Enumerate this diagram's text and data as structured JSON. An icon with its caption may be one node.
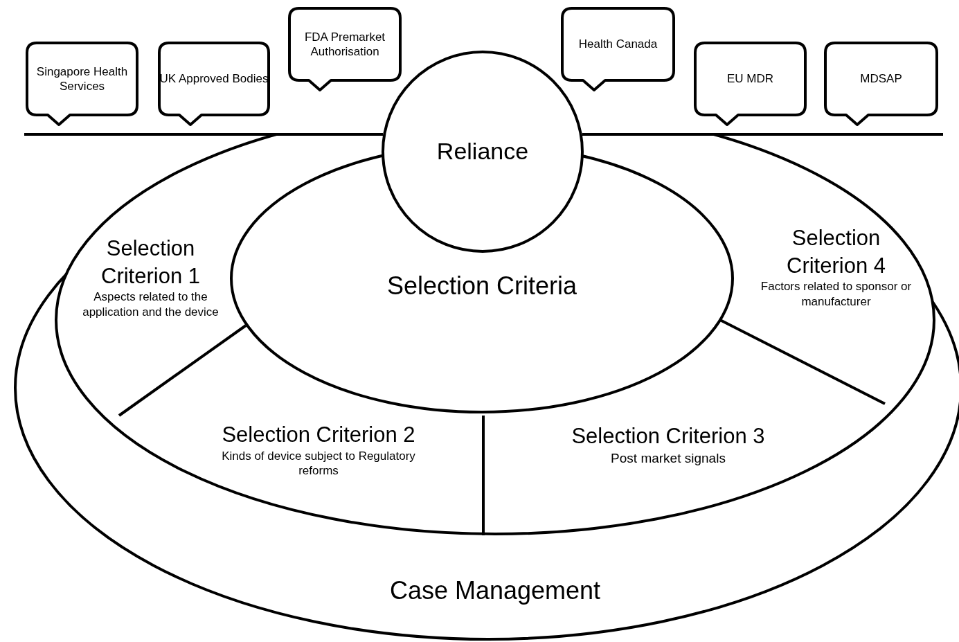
{
  "diagram": {
    "nodes": [
      {
        "text": [
          "Singapore Health Services"
        ]
      },
      {
        "text": [
          "UK Approved Bodies"
        ]
      },
      {
        "text": [
          "FDA Premarket Authorisation"
        ]
      },
      {
        "text": [
          "Health Canada"
        ]
      },
      {
        "text": [
          "EU MDR"
        ]
      },
      {
        "text": [
          "MDSAP"
        ]
      },
      {
        "text": [
          "Reliance"
        ]
      },
      {
        "text": [
          "Case Management"
        ]
      },
      {
        "text": [],
        "shape": "ellipse",
        "in": 7
      },
      {
        "text": [
          "Selection Criterion 1",
          "Aspects related to the application and the device"
        ],
        "in": 8
      },
      {
        "text": [
          "Selection Criteria"
        ],
        "in": 8
      },
      {
        "text": [
          "Selection Criterion 4",
          "Factors related to sponsor or manufacturer"
        ],
        "in": 8
      },
      {
        "text": [
          "Selection Criterion 2",
          "Kinds of device subject to Regulatory reforms"
        ],
        "in": 8
      },
      {
        "text": [
          "Selection Criterion 3",
          "Post market signals"
        ],
        "in": 8
      }
    ]
  }
}
